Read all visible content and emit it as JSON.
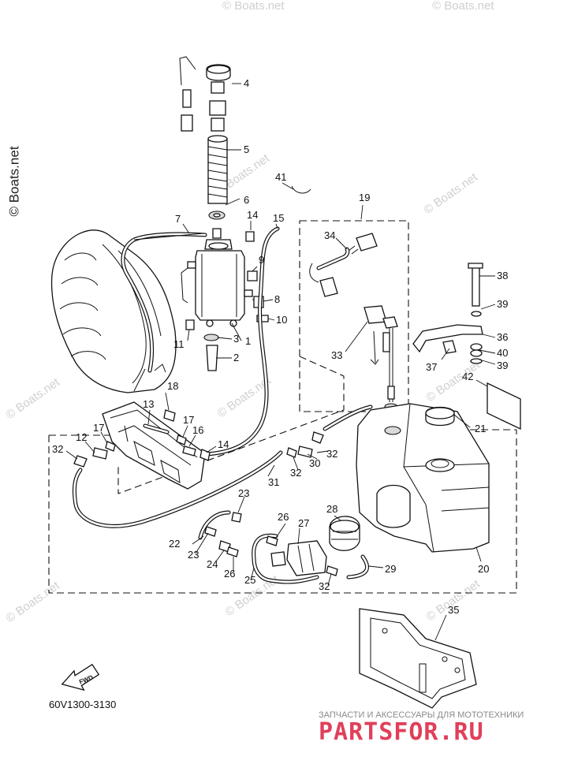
{
  "watermark_side": "© Boats.net",
  "watermark_tile": "© Boats.net",
  "diagram_code": "60V1300-3130",
  "fwd_label": "FWD",
  "brand": {
    "tagline": "ЗАПЧАСТИ И АКСЕССУАРЫ ДЛЯ МОТОТЕХНИКИ",
    "name": "PARTSFOR.RU",
    "color": "#e0405a"
  },
  "callouts": [
    "1",
    "2",
    "3",
    "4",
    "5",
    "6",
    "7",
    "8",
    "9",
    "10",
    "11",
    "12",
    "13",
    "14",
    "15",
    "16",
    "17",
    "18",
    "19",
    "20",
    "21",
    "22",
    "23",
    "24",
    "25",
    "26",
    "27",
    "28",
    "29",
    "30",
    "31",
    "32",
    "33",
    "34",
    "35",
    "36",
    "37",
    "38",
    "39",
    "40",
    "41",
    "42"
  ]
}
